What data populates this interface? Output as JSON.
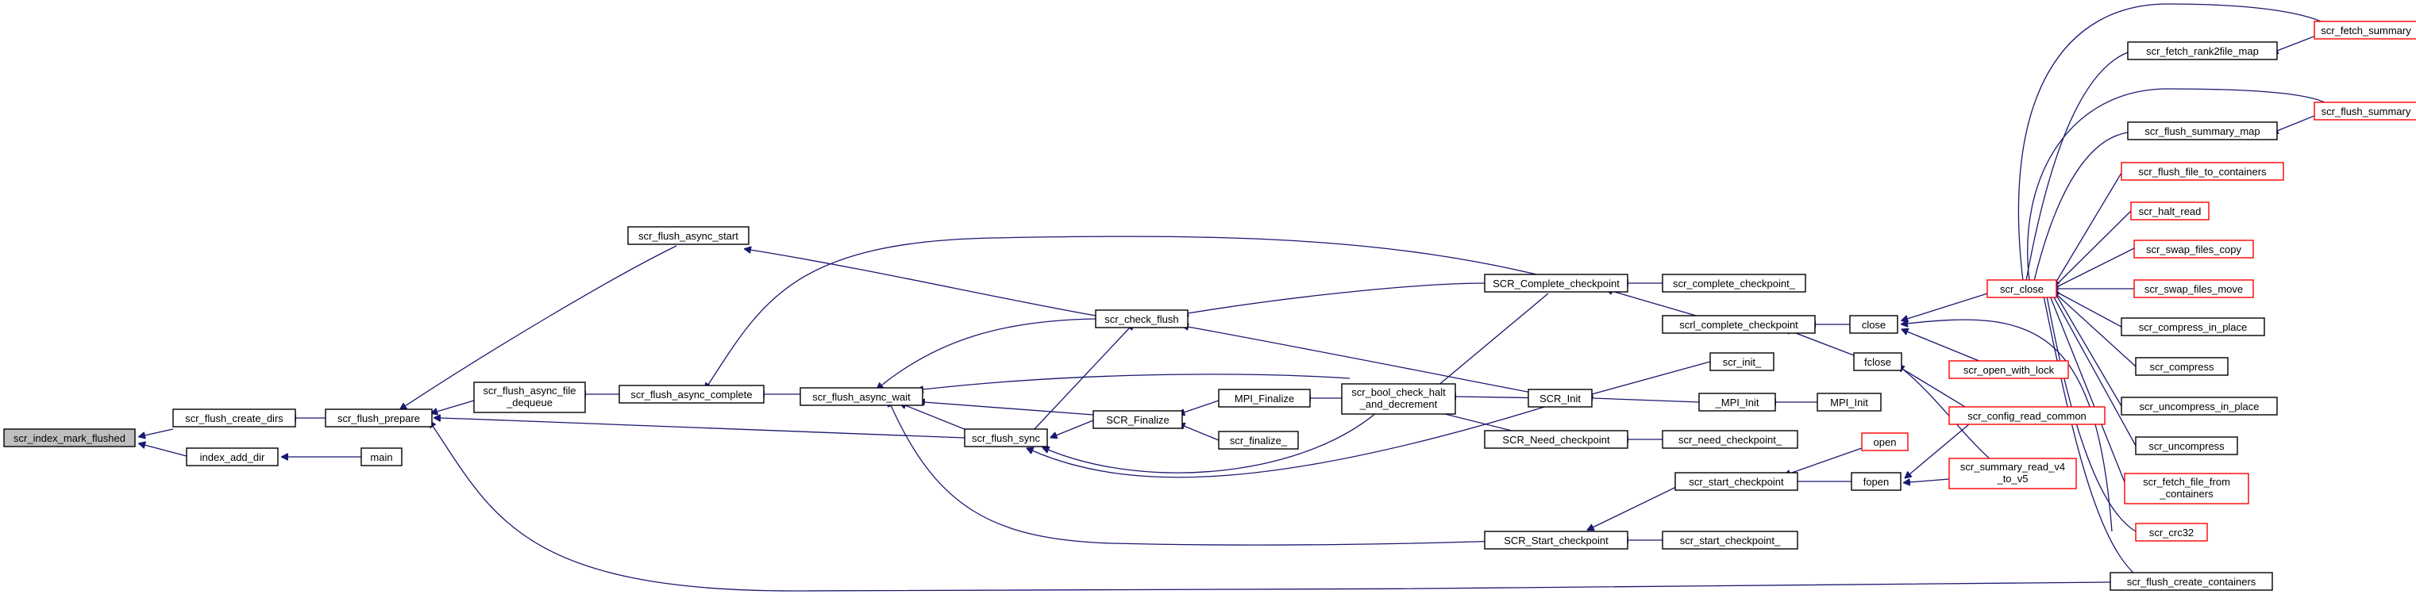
{
  "nodes": {
    "scr_index_mark_flushed": "scr_index_mark_flushed",
    "scr_flush_create_dirs": "scr_flush_create_dirs",
    "index_add_dir": "index_add_dir",
    "scr_flush_prepare": "scr_flush_prepare",
    "main": "main",
    "scr_flush_async_start": "scr_flush_async_start",
    "scr_flush_async_file_dequeue_1": "scr_flush_async_file",
    "scr_flush_async_file_dequeue_2": "_dequeue",
    "scr_flush_async_complete": "scr_flush_async_complete",
    "scr_flush_async_wait": "scr_flush_async_wait",
    "scr_check_flush": "scr_check_flush",
    "scr_flush_sync": "scr_flush_sync",
    "SCR_Finalize": "SCR_Finalize",
    "MPI_Finalize": "MPI_Finalize",
    "scr_finalize_": "scr_finalize_",
    "scr_bool_check_halt_1": "scr_bool_check_halt",
    "scr_bool_check_halt_2": "_and_decrement",
    "SCR_Complete_checkpoint": "SCR_Complete_checkpoint",
    "scr_complete_checkpoint_": "scr_complete_checkpoint_",
    "scrl_complete_checkpoint": "scrl_complete_checkpoint",
    "SCR_Init": "SCR_Init",
    "scr_init_": "scr_init_",
    "_MPI_Init": "_MPI_Init",
    "MPI_Init": "MPI_Init",
    "SCR_Need_checkpoint": "SCR_Need_checkpoint",
    "scr_need_checkpoint_": "scr_need_checkpoint_",
    "scr_start_checkpoint": "scr_start_checkpoint",
    "SCR_Start_checkpoint": "SCR_Start_checkpoint",
    "scr_start_checkpoint_": "scr_start_checkpoint_",
    "close": "close",
    "fclose": "fclose",
    "open": "open",
    "fopen": "fopen",
    "scr_close": "scr_close",
    "scr_open_with_lock": "scr_open_with_lock",
    "scr_config_read_common": "scr_config_read_common",
    "scr_summary_read_v4_1": "scr_summary_read_v4",
    "scr_summary_read_v4_2": "_to_v5",
    "scr_fetch_rank2file_map": "scr_fetch_rank2file_map",
    "scr_fetch_summary": "scr_fetch_summary",
    "scr_flush_summary_map": "scr_flush_summary_map",
    "scr_flush_summary": "scr_flush_summary",
    "scr_flush_file_to_containers": "scr_flush_file_to_containers",
    "scr_halt_read": "scr_halt_read",
    "scr_swap_files_copy": "scr_swap_files_copy",
    "scr_swap_files_move": "scr_swap_files_move",
    "scr_compress_in_place": "scr_compress_in_place",
    "scr_compress": "scr_compress",
    "scr_uncompress_in_place": "scr_uncompress_in_place",
    "scr_uncompress": "scr_uncompress",
    "scr_fetch_file_from_containers_1": "scr_fetch_file_from",
    "scr_fetch_file_from_containers_2": "_containers",
    "scr_crc32": "scr_crc32",
    "scr_flush_create_containers": "scr_flush_create_containers"
  },
  "colors": {
    "edge": "#191970",
    "node_border": "#000000",
    "truncated_node_border": "#ff0000",
    "root_fill": "#bfbfbf"
  }
}
